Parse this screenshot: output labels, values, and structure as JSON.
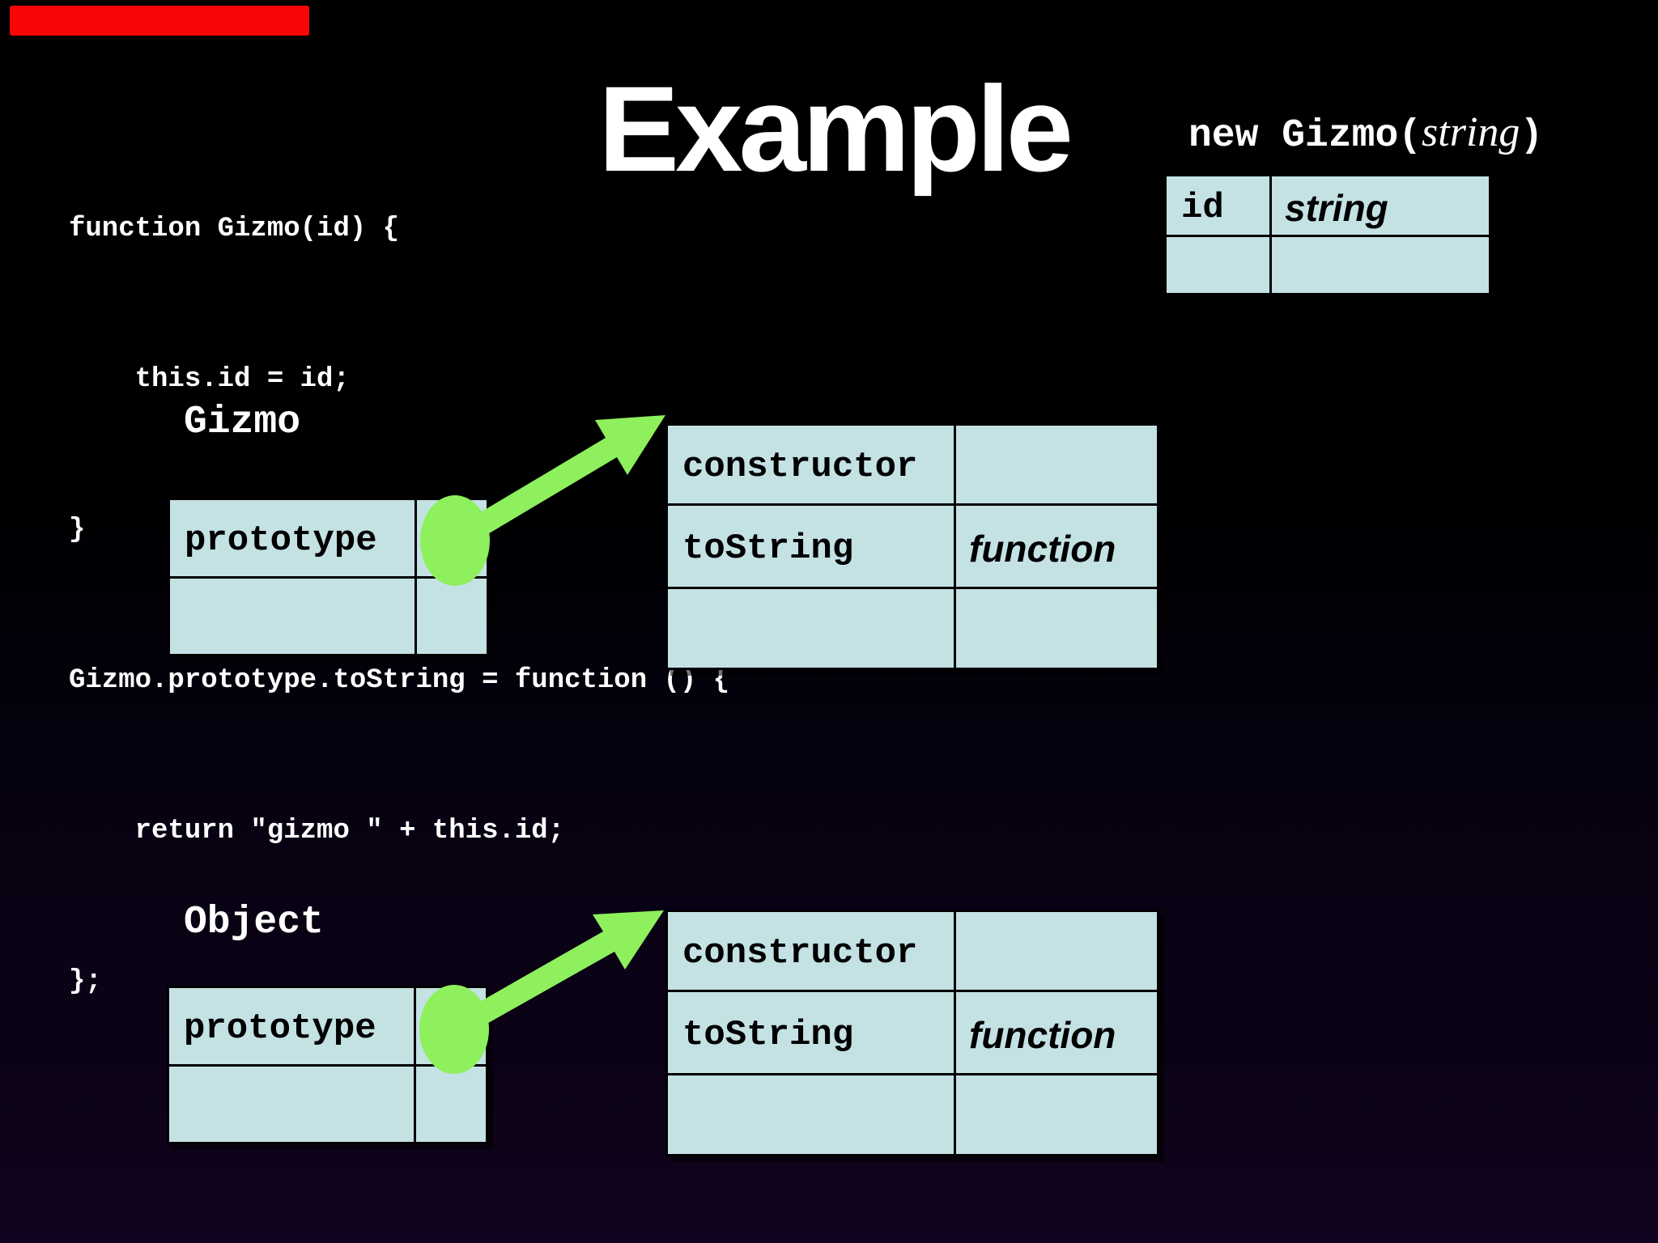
{
  "colors": {
    "background_top": "#000000",
    "background_bottom": "#0e0319",
    "table_fill": "#c4e1e4",
    "table_border": "#000000",
    "arrow_green": "#8ef05c",
    "text_white": "#ffffff",
    "text_black": "#000000",
    "progress_bar_red": "#fa0505"
  },
  "title": "Example",
  "code": {
    "lines": [
      "function Gizmo(id) {",
      "    this.id = id;",
      "}",
      "Gizmo.prototype.toString = function () {",
      "    return \"gizmo \" + this.id;",
      "};"
    ]
  },
  "constructor_heading": {
    "prefix": "new Gizmo(",
    "arg": "string",
    "suffix": ")"
  },
  "instance_table": {
    "rows": [
      {
        "key": "id",
        "value": "string"
      },
      {
        "key": "",
        "value": ""
      }
    ]
  },
  "gizmo_section": {
    "label": "Gizmo",
    "reference_table": {
      "rows": [
        {
          "key": "prototype",
          "value": ""
        },
        {
          "key": "",
          "value": ""
        }
      ]
    },
    "prototype_object_table": {
      "rows": [
        {
          "key": "constructor",
          "value": ""
        },
        {
          "key": "toString",
          "value": "function"
        },
        {
          "key": "",
          "value": ""
        }
      ]
    }
  },
  "object_section": {
    "label": "Object",
    "reference_table": {
      "rows": [
        {
          "key": "prototype",
          "value": ""
        },
        {
          "key": "",
          "value": ""
        }
      ]
    },
    "prototype_object_table": {
      "rows": [
        {
          "key": "constructor",
          "value": ""
        },
        {
          "key": "toString",
          "value": "function"
        },
        {
          "key": "",
          "value": ""
        }
      ]
    }
  }
}
